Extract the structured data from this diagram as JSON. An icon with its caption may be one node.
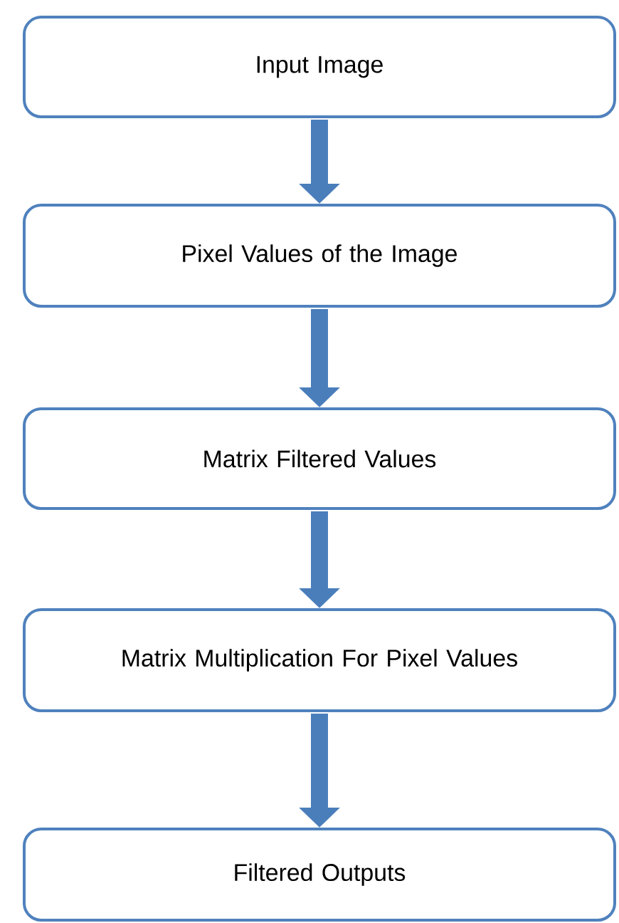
{
  "diagram": {
    "nodes": [
      {
        "text": [
          "Input Image"
        ]
      },
      {
        "text": [
          "Pixel Values of the Image"
        ]
      },
      {
        "text": [
          "Matrix Filtered Values"
        ]
      },
      {
        "text": [
          "Matrix Multiplication For Pixel Values"
        ]
      },
      {
        "text": [
          "Filtered Outputs"
        ]
      }
    ],
    "edges": [
      {
        "from": 0,
        "to": 1,
        "arrow": "to"
      },
      {
        "from": 1,
        "to": 2,
        "arrow": "to"
      },
      {
        "from": 2,
        "to": 3,
        "arrow": "to"
      },
      {
        "from": 3,
        "to": 4,
        "arrow": "to"
      }
    ]
  }
}
